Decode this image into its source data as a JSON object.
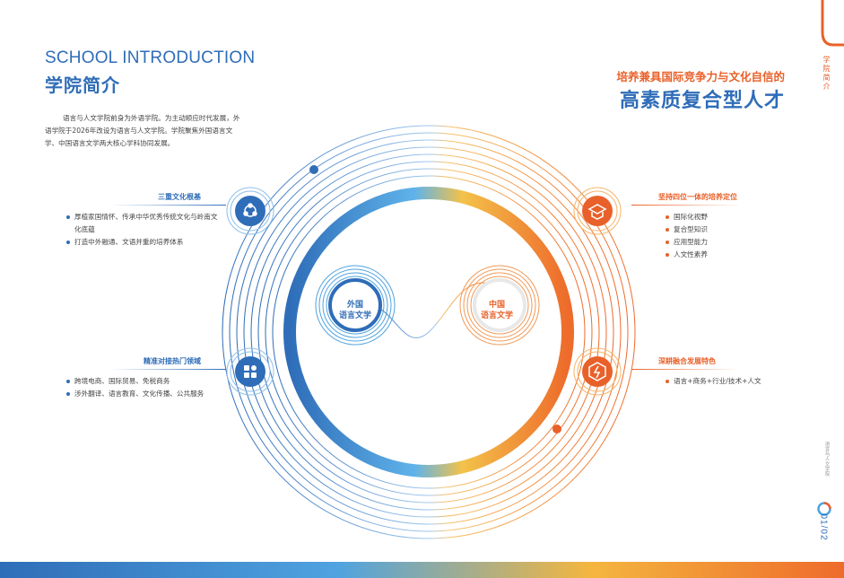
{
  "header": {
    "title_en": "SCHOOL INTRODUCTION",
    "title_cn": "学院简介"
  },
  "intro": "语言与人文学院前身为外语学院。为主动顺应时代发展，外语学院于2026年改设为语言与人文学院。学院聚焦外国语言文学、中国语言文学两大核心学科协同发展。",
  "slogan": {
    "line1": "培养兼具国际竞争力与文化自信的",
    "line2": "高素质复合型人才"
  },
  "left_sections": [
    {
      "title": "三重文化根基",
      "icon": "triangle-nodes-icon",
      "items": [
        "厚植家国情怀、传承中华优秀传统文化与岭南文化底蕴",
        "打造中外融通、文语并重的培养体系"
      ]
    },
    {
      "title": "精准对接热门领域",
      "icon": "app-grid-icon",
      "items": [
        "跨境电商、国际贸易、免税商务",
        "涉外翻译、语言教育、文化传播、公共服务"
      ]
    }
  ],
  "right_sections": [
    {
      "title": "坚持四位一体的培养定位",
      "icon": "graduation-cap-icon",
      "items": [
        "国际化视野",
        "复合型知识",
        "应用型能力",
        "人文性素养"
      ]
    },
    {
      "title": "深耕融合发展特色",
      "icon": "lightning-hexagon-icon",
      "items": [
        "语言+商务+行业/技术+人文"
      ]
    }
  ],
  "center": {
    "left_label": "外国语言文学",
    "left_line1": "外国",
    "left_line2": "语言文学",
    "right_line1": "中国",
    "right_line2": "语言文学"
  },
  "sidebar": {
    "tab_label": "学院简介",
    "college": "语言与人文学院",
    "page": "01/02"
  },
  "colors": {
    "blue": "#2f6db8",
    "orange": "#e8612a",
    "light_blue": "#4fa3e0",
    "yellow": "#f4b63f"
  }
}
